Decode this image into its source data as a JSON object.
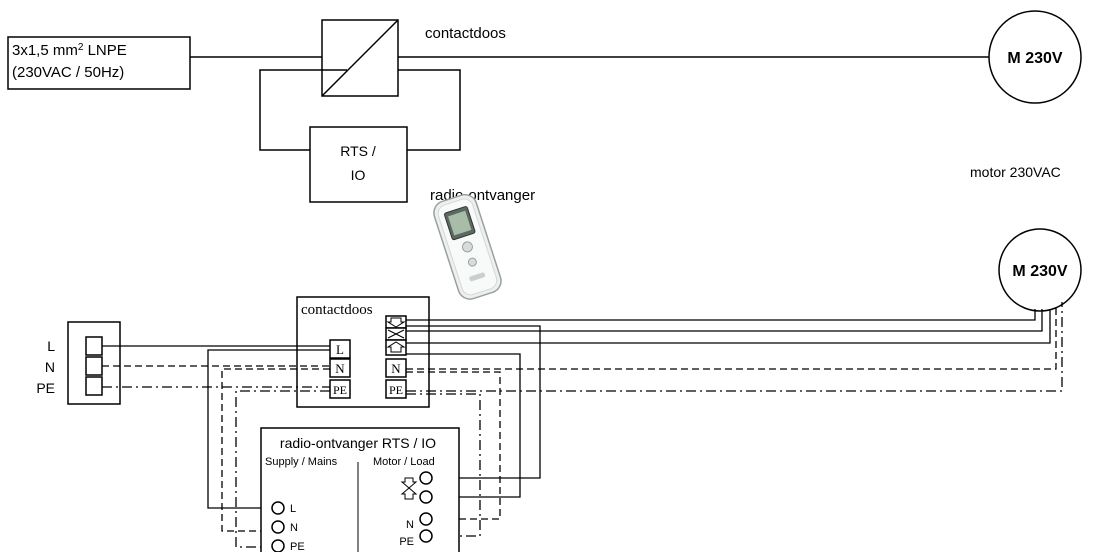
{
  "top": {
    "cable_line1": "3x1,5 mm",
    "cable_sup": "2",
    "cable_line1_rest": " LNPE",
    "cable_line2": "(230VAC / 50Hz)",
    "contactdoos": "contactdoos",
    "rts_line1": "RTS /",
    "rts_line2": "IO",
    "radio_ontvanger": "radio-ontvanger",
    "motor_label": "M 230V",
    "motor_caption": "motor 230VAC"
  },
  "bottom": {
    "motor_label": "M 230V",
    "contactdoos": "contactdoos",
    "line_labels": [
      "L",
      "N",
      "PE"
    ],
    "terminal_left": [
      "L",
      "N",
      "PE"
    ],
    "terminal_right": [
      "N",
      "PE"
    ],
    "receiver_title": "radio-ontvanger RTS / IO",
    "supply_header": "Supply / Mains",
    "motor_header": "Motor / Load",
    "supply_terminals": [
      "L",
      "N",
      "PE"
    ],
    "motor_terminals": [
      "N",
      "PE"
    ]
  }
}
